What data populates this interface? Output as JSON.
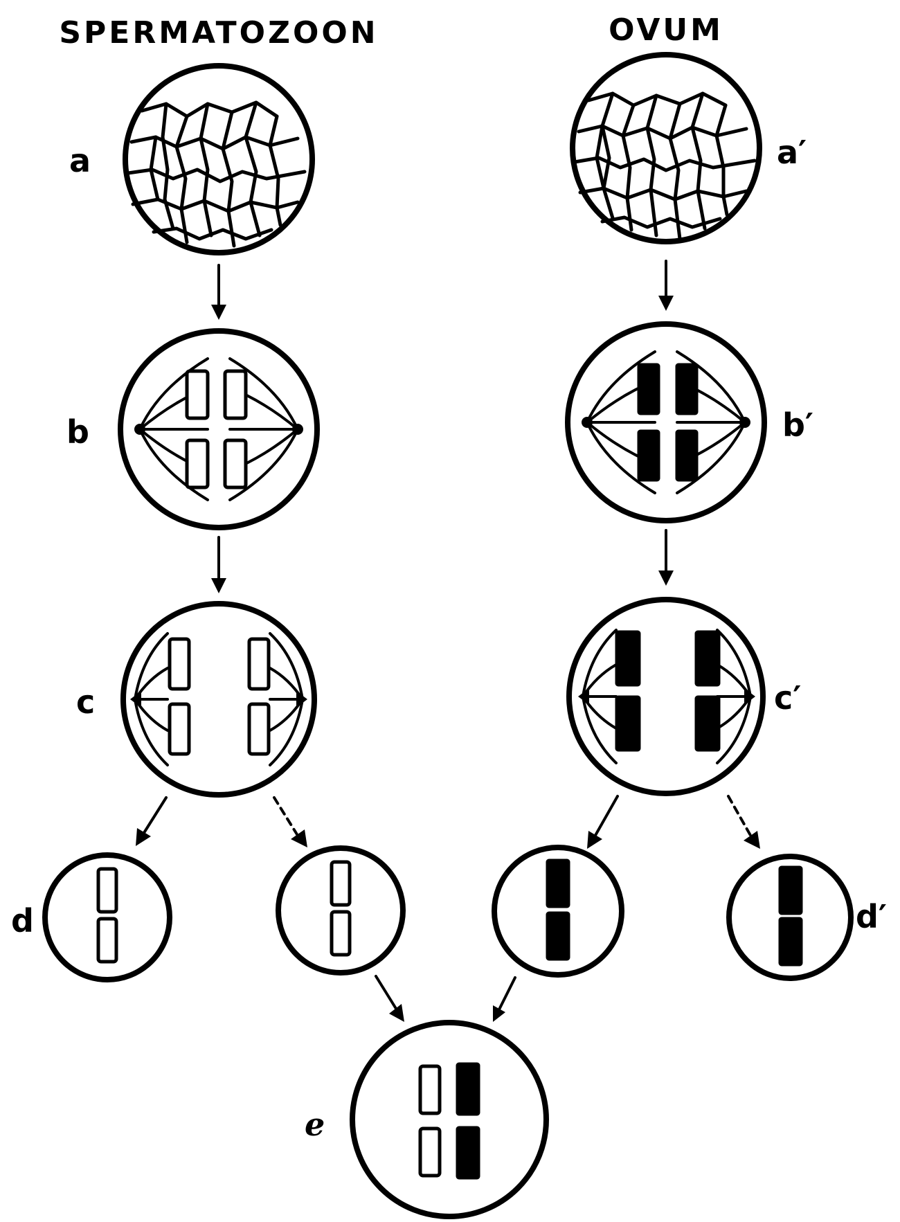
{
  "columns": {
    "left_title": "SPERMATOZOON",
    "right_title": "OVUM"
  },
  "stages": {
    "a": "a",
    "a_prime": "a′",
    "b": "b",
    "b_prime": "b′",
    "c": "c",
    "c_prime": "c′",
    "d": "d",
    "d_prime": "d′",
    "e": "e"
  },
  "chromosome_styles": {
    "paternal": "open",
    "maternal": "solid"
  },
  "colors": {
    "ink": "#000000",
    "paper": "#ffffff"
  }
}
